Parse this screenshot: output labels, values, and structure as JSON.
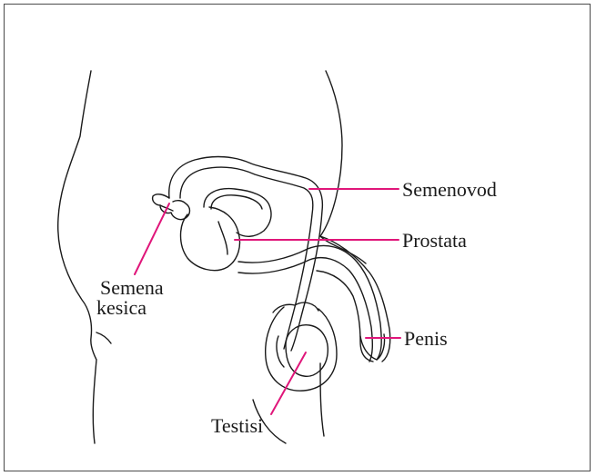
{
  "labels": {
    "semenovod": "Semenovod",
    "prostata": "Prostata",
    "semena_line1": "Semena",
    "semena_line2": "kesica",
    "penis": "Penis",
    "testisi": "Testisi"
  },
  "colors": {
    "leader_line": "#e0167a",
    "drawing_stroke": "#1a1a1a",
    "frame_border": "#4a4a4a",
    "background": "#ffffff"
  }
}
